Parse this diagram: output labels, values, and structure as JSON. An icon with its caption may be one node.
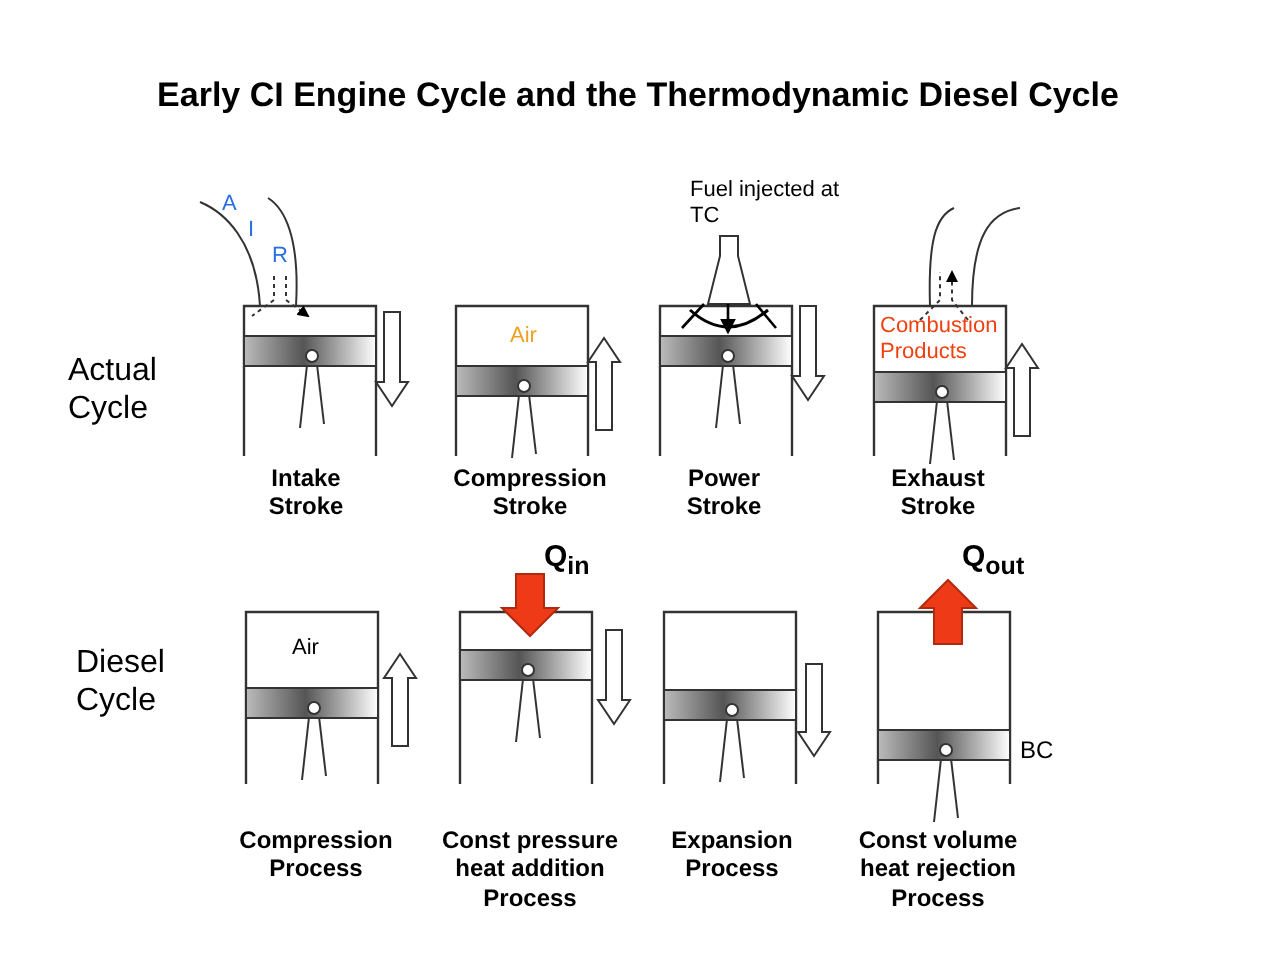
{
  "diagram": {
    "title": "Early CI Engine Cycle and the Thermodynamic Diesel Cycle",
    "labels": [
      "A",
      "I",
      "R",
      "Fuel injected at TC",
      "Air",
      "Combustion Products",
      "Actual Cycle",
      "Intake Stroke",
      "Compression Stroke",
      "Power Stroke",
      "Exhaust Stroke",
      "Q$_{in}$",
      "Q$_{out}$",
      "Diesel Cycle",
      "Air",
      "BC",
      "Compression Process",
      "Const pressure heat addition Process",
      "Expansion Process",
      "Const volume heat rejection Process"
    ]
  }
}
